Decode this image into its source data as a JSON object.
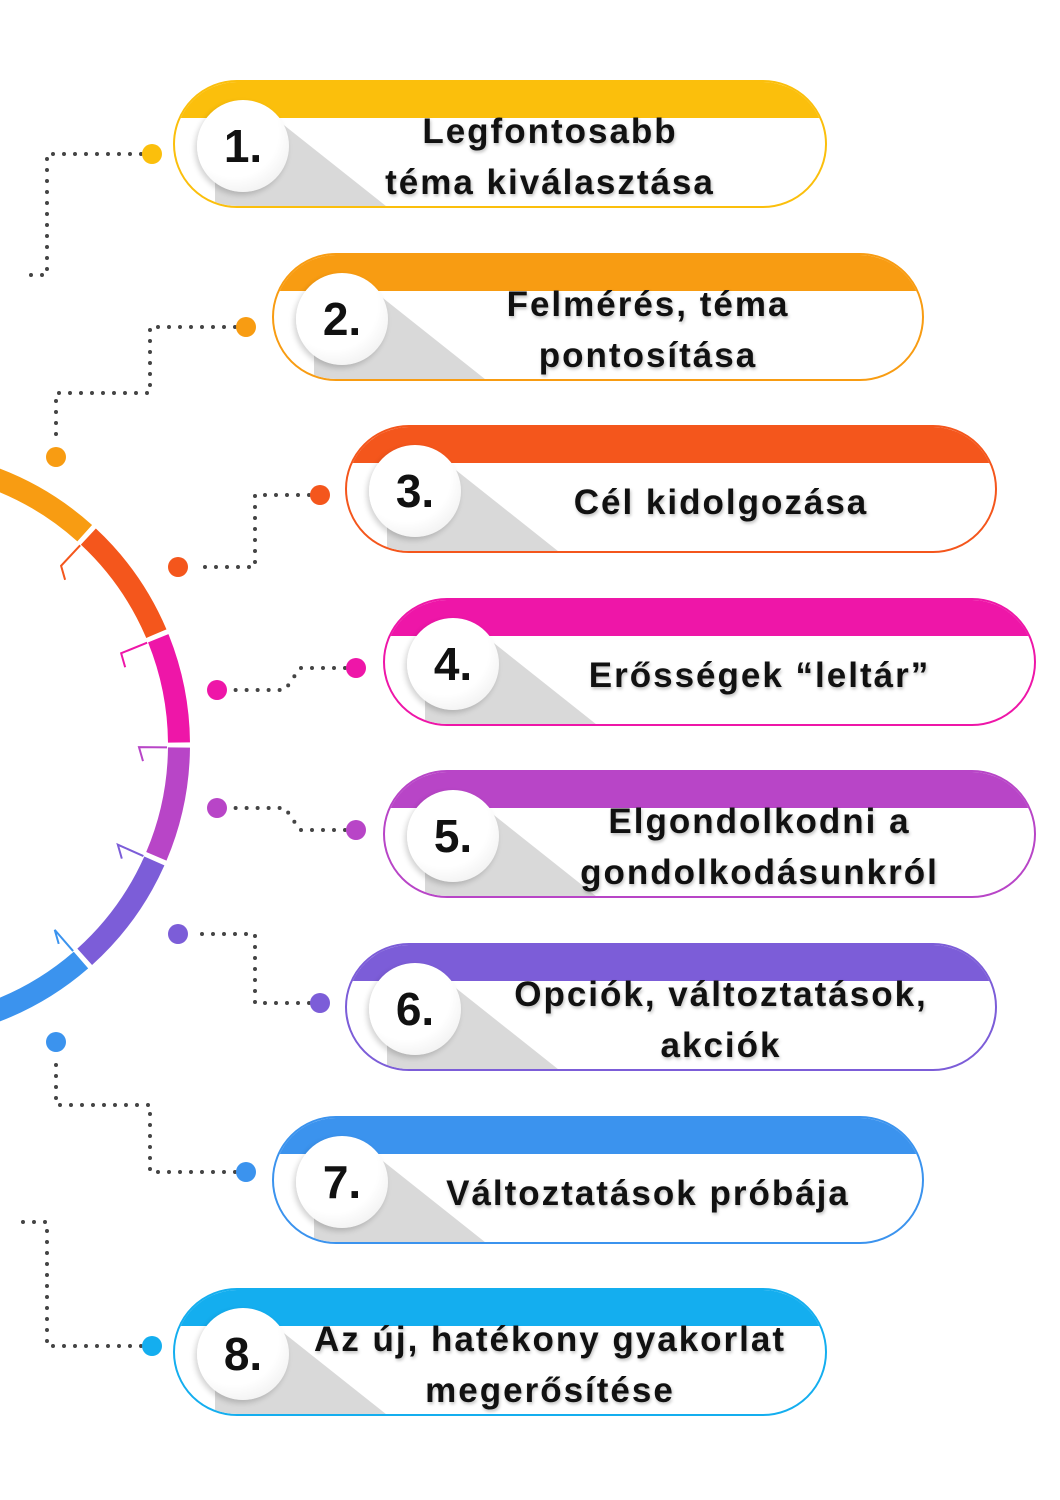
{
  "colors": [
    "#FBBF0C",
    "#F89C12",
    "#F4561C",
    "#EE16A8",
    "#B845C7",
    "#7C5DD8",
    "#3B93EE",
    "#14AEEF"
  ],
  "steps": [
    {
      "number": "1.",
      "lines": [
        "Legfontosabb",
        "téma kiválasztása"
      ]
    },
    {
      "number": "2.",
      "lines": [
        "Felmérés, téma",
        "pontosítása"
      ]
    },
    {
      "number": "3.",
      "lines": [
        "Cél kidolgozása"
      ]
    },
    {
      "number": "4.",
      "lines": [
        "Erősségek “leltár”"
      ]
    },
    {
      "number": "5.",
      "lines": [
        "Elgondolkodni a",
        "gondolkodásunkról"
      ]
    },
    {
      "number": "6.",
      "lines": [
        "Opciók,  változtatások,",
        "akciók"
      ]
    },
    {
      "number": "7.",
      "lines": [
        "Változtatások próbája"
      ]
    },
    {
      "number": "8.",
      "lines": [
        "Az új, hatékony gyakorlat",
        "megerősítése"
      ]
    }
  ]
}
